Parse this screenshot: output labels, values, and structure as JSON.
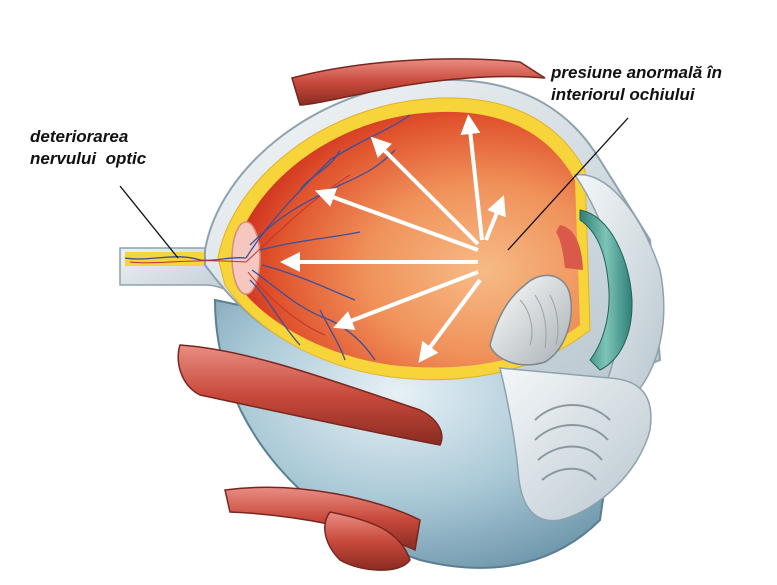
{
  "labels": {
    "optic_nerve": {
      "line1": "deteriorarea",
      "line2": "nervului  optic"
    },
    "pressure": {
      "line1": "presiune anormală în",
      "line2": "interiorul ochiului"
    }
  },
  "colors": {
    "retina_red": "#c8261b",
    "vitreous_orange": "#f2a06a",
    "sclera_yellow": "#f7d53a",
    "outer_shell": "#d7e6ee",
    "eye_blue": "#8eb4c6",
    "muscle_red": "#c84a3c",
    "iris_teal": "#4a9e92",
    "vessel_blue": "#3b4f9c",
    "arrow_white": "#ffffff"
  },
  "icons": {
    "pressure_arrows": "arrow-outward",
    "eye": "eye-cross-section"
  }
}
